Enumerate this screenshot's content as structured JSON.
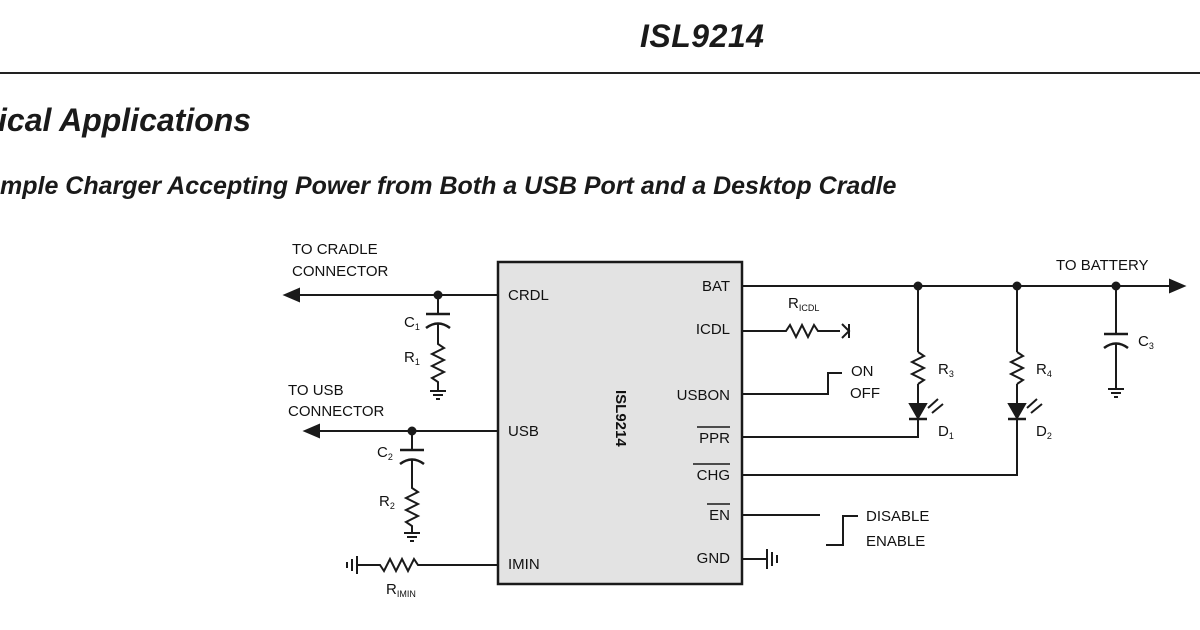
{
  "header": {
    "title": "ISL9214"
  },
  "section": {
    "title": "ical Applications"
  },
  "figure": {
    "title": "mple Charger Accepting Power from Both a USB Port and a Desktop Cradle"
  },
  "chip": {
    "name": "ISL9214",
    "pins_left": {
      "crdl": "CRDL",
      "usb": "USB",
      "imin": "IMIN"
    },
    "pins_right": {
      "bat": "BAT",
      "icdl": "ICDL",
      "usbon": "USBON",
      "ppr": "PPR",
      "chg": "CHG",
      "en": "EN",
      "gnd": "GND"
    }
  },
  "labels": {
    "cradle_line1": "TO CRADLE",
    "cradle_line2": "CONNECTOR",
    "usb_line1": "TO USB",
    "usb_line2": "CONNECTOR",
    "battery": "TO  BATTERY",
    "on": "ON",
    "off": "OFF",
    "disable": "DISABLE",
    "enable": "ENABLE"
  },
  "components": {
    "c1": {
      "letter": "C",
      "sub": "1"
    },
    "c2": {
      "letter": "C",
      "sub": "2"
    },
    "c3": {
      "letter": "C",
      "sub": "3"
    },
    "r1": {
      "letter": "R",
      "sub": "1"
    },
    "r2": {
      "letter": "R",
      "sub": "2"
    },
    "r3": {
      "letter": "R",
      "sub": "3"
    },
    "r4": {
      "letter": "R",
      "sub": "4"
    },
    "ricdl": {
      "letter": "R",
      "sub": "ICDL"
    },
    "rimin": {
      "letter": "R",
      "sub": "IMIN"
    },
    "d1": {
      "letter": "D",
      "sub": "1"
    },
    "d2": {
      "letter": "D",
      "sub": "2"
    }
  },
  "colors": {
    "line": "#1a1a1a",
    "chip_fill": "#e3e3e3"
  }
}
